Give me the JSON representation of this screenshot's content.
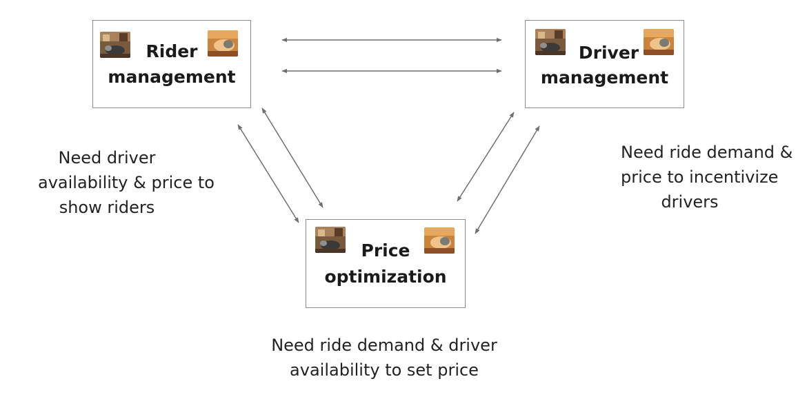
{
  "nodes": {
    "rider": {
      "line1": "Rider",
      "line2": "management"
    },
    "driver": {
      "line1": "Driver",
      "line2": "management"
    },
    "price": {
      "line1": "Price",
      "line2": "optimization"
    }
  },
  "notes": {
    "rider_needs": [
      "Need driver",
      "availability & price to",
      "show riders"
    ],
    "driver_needs": [
      "Need ride demand &",
      "price to incentivize",
      "drivers"
    ],
    "price_needs": [
      "Need ride demand & driver",
      "availability to set price"
    ]
  },
  "icons": {
    "left": "cat-photo-icon",
    "right": "cat-on-couch-photo-icon"
  },
  "colors": {
    "border": "#8a8a8a",
    "arrow": "#6f6f6f",
    "text": "#222222"
  }
}
